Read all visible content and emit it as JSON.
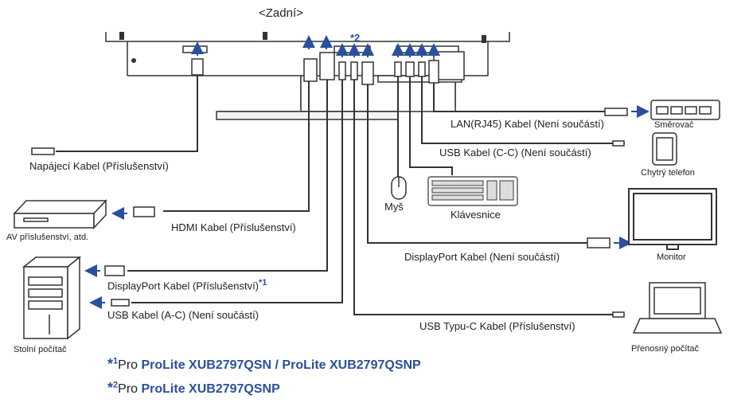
{
  "title": "<Zadní>",
  "labels": {
    "power_cable": "Napájecí Kabel (Příslušenství)",
    "hdmi_cable": "HDMI Kabel (Příslušenství)",
    "av_device": "AV příslušenství, atd.",
    "displayport_in_cable": "DisplayPort Kabel (Příslušenství)",
    "displayport_in_note": "*1",
    "usb_ac_cable": "USB Kabel (A-C) (Není součástí)",
    "desktop_pc": "Stolní počítač",
    "lan_cable": "LAN(RJ45) Kabel (Není součástí)",
    "router": "Směrovač",
    "usb_cc_cable": "USB Kabel (C-C) (Není součástí)",
    "smartphone": "Chytrý telefon",
    "mouse": "Myš",
    "keyboard": "Klávesnice",
    "displayport_out_cable": "DisplayPort Kabel (Není součástí)",
    "monitor": "Monitor",
    "usb_typec_cable": "USB Typu-C Kabel (Příslušenství)",
    "notebook": "Přenosný počítač",
    "marker2": "*2"
  },
  "footnotes": [
    {
      "star": "*",
      "num": "1",
      "prefix": "Pro ",
      "models": "ProLite XUB2797QSN / ProLite XUB2797QSNP"
    },
    {
      "star": "*",
      "num": "2",
      "prefix": "Pro ",
      "models": "ProLite XUB2797QSNP"
    }
  ],
  "colors": {
    "arrow": "#2a4f9c",
    "line": "#333333"
  }
}
